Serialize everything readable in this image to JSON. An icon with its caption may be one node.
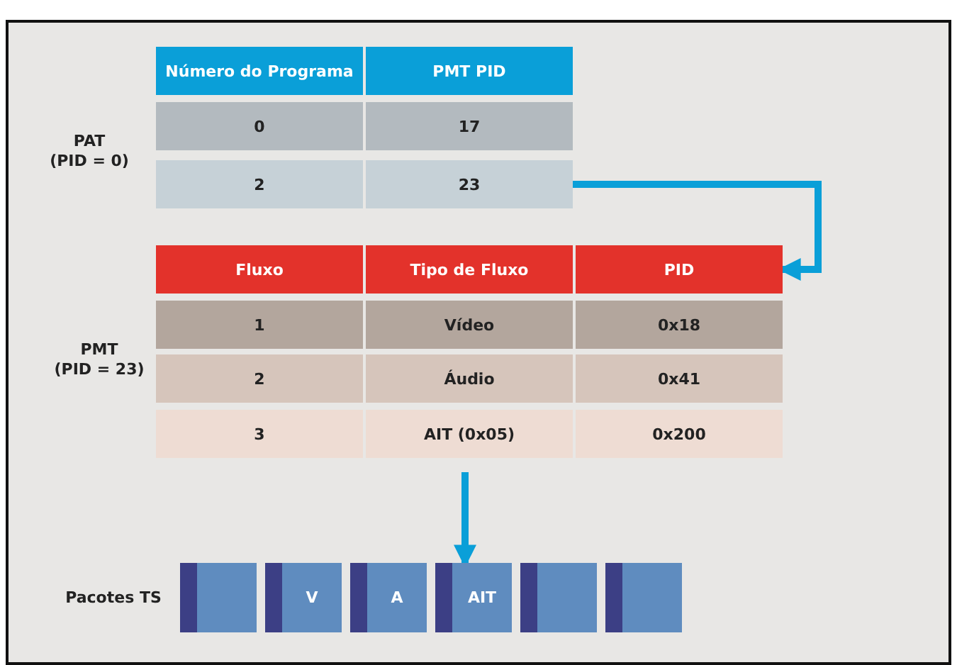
{
  "diagram": {
    "nodes": [
      {
        "text": [
          "Número do Programa"
        ]
      },
      {
        "text": [
          "PMT PID"
        ]
      },
      {
        "text": [
          "0"
        ]
      },
      {
        "text": [
          "17"
        ]
      },
      {
        "text": [
          "2"
        ]
      },
      {
        "text": [
          "23"
        ]
      },
      {
        "text": [
          "Fluxo"
        ]
      },
      {
        "text": [
          "Tipo de Fluxo"
        ]
      },
      {
        "text": [
          "PID"
        ]
      },
      {
        "text": [
          "1"
        ]
      },
      {
        "text": [
          "Vídeo"
        ]
      },
      {
        "text": [
          "0x18"
        ]
      },
      {
        "text": [
          "2"
        ]
      },
      {
        "text": [
          "Áudio"
        ]
      },
      {
        "text": [
          "0x41"
        ]
      },
      {
        "text": [
          "3"
        ]
      },
      {
        "text": [
          "AIT (0x05)"
        ]
      },
      {
        "text": [
          "0x200"
        ]
      },
      {
        "text": [],
        "shape": "box"
      },
      {
        "text": [
          "V"
        ]
      },
      {
        "text": [
          "A"
        ]
      },
      {
        "text": [
          "AIT"
        ]
      },
      {
        "text": [],
        "shape": "box"
      },
      {
        "text": [],
        "shape": "box"
      }
    ],
    "edges": [
      {
        "from": 5,
        "to": 8,
        "arrow": "to"
      },
      {
        "from": 16,
        "to": 21,
        "arrow": "to"
      }
    ],
    "labels": [
      "PAT (PID = 0)",
      "PMT (PID = 23)",
      "Pacotes TS"
    ]
  }
}
